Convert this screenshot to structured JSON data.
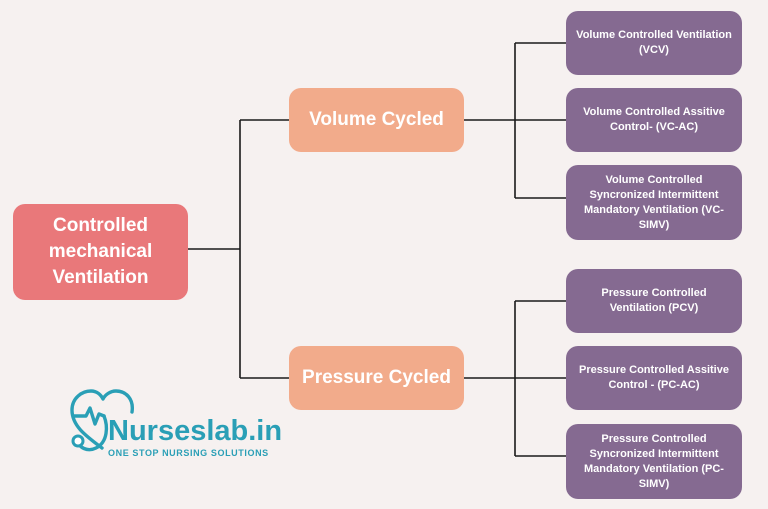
{
  "nodes": {
    "root": {
      "label": "Controlled mechanical Ventilation"
    },
    "volume": {
      "label": "Volume Cycled"
    },
    "pressure": {
      "label": "Pressure Cycled"
    },
    "vcv": {
      "label": "Volume Controlled Ventilation (VCV)"
    },
    "vcac": {
      "label": "Volume Controlled Assitive Control- (VC-AC)"
    },
    "vcsimv": {
      "label": "Volume Controlled Syncronized Intermittent Mandatory Ventilation (VC-SIMV)"
    },
    "pcv": {
      "label": "Pressure Controlled Ventilation (PCV)"
    },
    "pcac": {
      "label": "Pressure Controlled Assitive Control - (PC-AC)"
    },
    "pcsimv": {
      "label": "Pressure Controlled Syncronized Intermittent Mandatory Ventilation (PC-SIMV)"
    }
  },
  "edges": [
    {
      "from": "root",
      "to": "volume"
    },
    {
      "from": "root",
      "to": "pressure"
    },
    {
      "from": "volume",
      "to": "vcv"
    },
    {
      "from": "volume",
      "to": "vcac"
    },
    {
      "from": "volume",
      "to": "vcsimv"
    },
    {
      "from": "pressure",
      "to": "pcv"
    },
    {
      "from": "pressure",
      "to": "pcac"
    },
    {
      "from": "pressure",
      "to": "pcsimv"
    }
  ],
  "logo": {
    "brand": "Nurseslab.in",
    "tagline": "ONE STOP NURSING SOLUTIONS"
  },
  "colors": {
    "background": "#f6f1f0",
    "root": "#e9787a",
    "level1": "#f2ab8b",
    "level2": "#856a91",
    "brand": "#2a9fb6",
    "line": "#1a1a1a"
  }
}
